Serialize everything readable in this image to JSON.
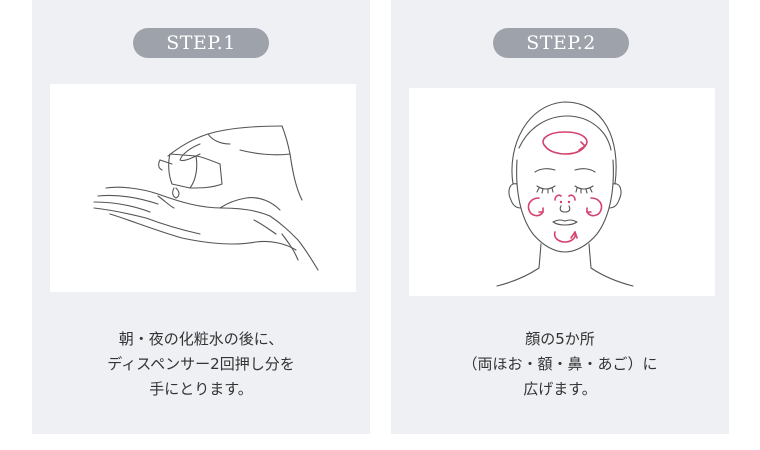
{
  "steps": [
    {
      "badge": "STEP.1",
      "caption_lines": [
        "朝・夜の化粧水の後に、",
        "ディスペンサー2回押し分を",
        "手にとります。"
      ]
    },
    {
      "badge": "STEP.2",
      "caption_lines": [
        "顔の5か所",
        "（両ほお・額・鼻・あご）に",
        "広げます。"
      ]
    }
  ],
  "colors": {
    "card_bg": "#eff0f4",
    "badge_bg": "#9ea2ab",
    "accent_pink": "#d4426e",
    "text": "#333333",
    "line_art": "#555555"
  },
  "icons": {
    "step1": "hand-dispenser-icon",
    "step2": "face-application-icon"
  }
}
